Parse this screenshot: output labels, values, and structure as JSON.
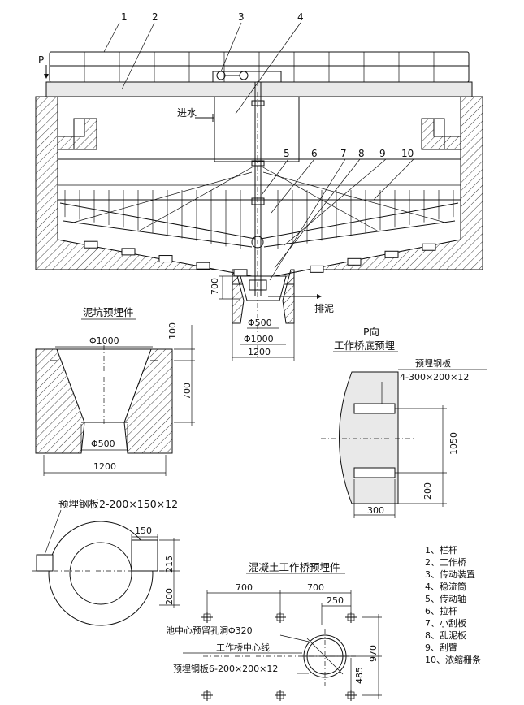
{
  "labels": {
    "part_numbers": [
      "1",
      "2",
      "3",
      "4",
      "5",
      "6",
      "7",
      "8",
      "9",
      "10"
    ],
    "direction_p": "P",
    "water_inlet": "进水",
    "sludge_outlet": "排泥",
    "dim_700_pit": "700",
    "dim_pit_bottom": "Φ500",
    "dim_pit_top": "Φ1000",
    "dim_pit_width": "1200"
  },
  "sludge_pit": {
    "title": "泥坑预埋件",
    "top_dia": "Φ1000",
    "top_depth": "100",
    "depth": "700",
    "bottom_dia": "Φ500",
    "width": "1200"
  },
  "p_view": {
    "title_line1": "P向",
    "title_line2": "工作桥底预埋",
    "plate_label": "预埋钢板",
    "plate_spec": "4-300×200×12",
    "dim_spacing": "1050",
    "dim_offset": "200",
    "dim_width": "300"
  },
  "plate_view": {
    "title": "预埋钢板2-200×150×12",
    "dim_150": "150",
    "dim_215": "215",
    "dim_200": "200"
  },
  "bridge_embed": {
    "title": "混凝土工作桥预埋件",
    "dim_700a": "700",
    "dim_700b": "700",
    "dim_250": "250",
    "dim_970": "970",
    "dim_485": "485",
    "hole_label": "池中心预留孔洞Φ320",
    "centerline_label": "工作桥中心线",
    "plate_label": "预埋钢板6-200×200×12"
  },
  "legend": [
    "1、栏杆",
    "2、工作桥",
    "3、传动装置",
    "4、稳流筒",
    "5、传动轴",
    "6、拉杆",
    "7、小刮板",
    "8、乱泥板",
    "9、刮臂",
    "10、浓缩栅条"
  ]
}
